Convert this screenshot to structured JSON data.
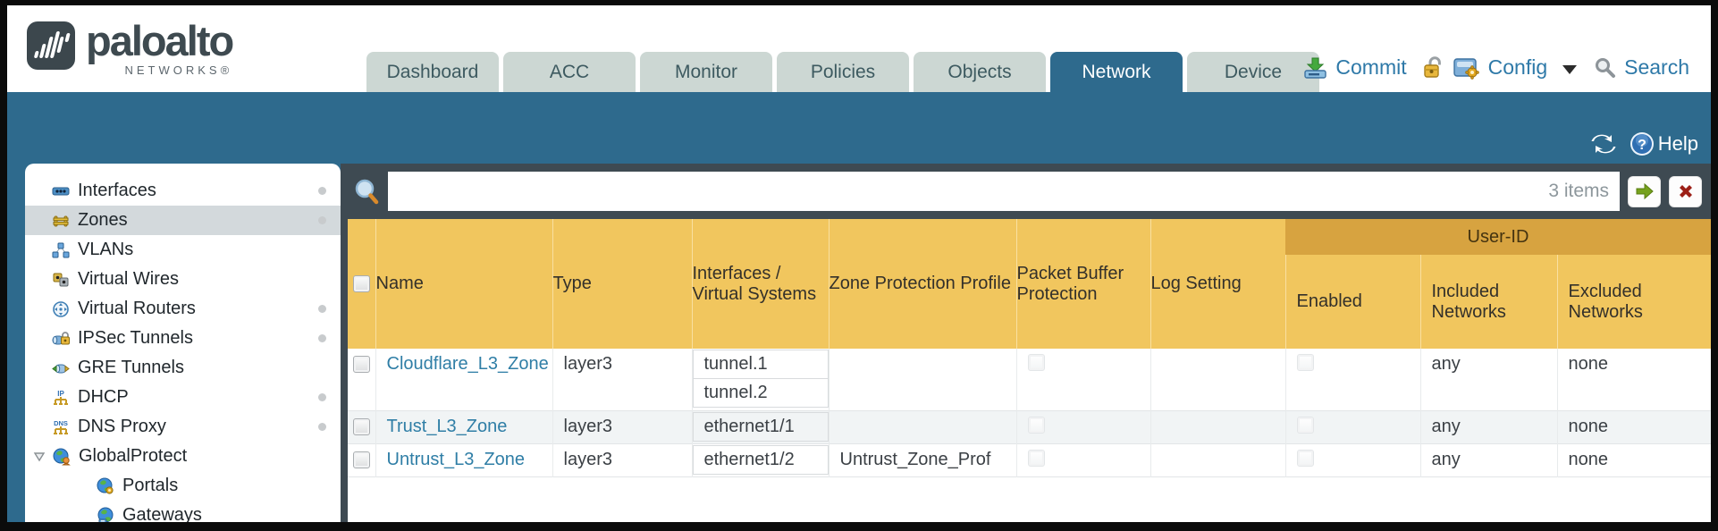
{
  "brand": {
    "name": "paloalto",
    "sub": "NETWORKS®"
  },
  "tabs": [
    {
      "label": "Dashboard",
      "active": false
    },
    {
      "label": "ACC",
      "active": false
    },
    {
      "label": "Monitor",
      "active": false
    },
    {
      "label": "Policies",
      "active": false
    },
    {
      "label": "Objects",
      "active": false
    },
    {
      "label": "Network",
      "active": true
    },
    {
      "label": "Device",
      "active": false
    }
  ],
  "header_actions": {
    "commit": "Commit",
    "config": "Config",
    "search": "Search"
  },
  "band": {
    "help": "Help"
  },
  "sidebar": {
    "items": [
      {
        "label": "Interfaces",
        "dot": true,
        "selected": false
      },
      {
        "label": "Zones",
        "dot": true,
        "selected": true
      },
      {
        "label": "VLANs",
        "dot": false,
        "selected": false
      },
      {
        "label": "Virtual Wires",
        "dot": false,
        "selected": false
      },
      {
        "label": "Virtual Routers",
        "dot": true,
        "selected": false
      },
      {
        "label": "IPSec Tunnels",
        "dot": true,
        "selected": false
      },
      {
        "label": "GRE Tunnels",
        "dot": false,
        "selected": false
      },
      {
        "label": "DHCP",
        "dot": true,
        "selected": false
      },
      {
        "label": "DNS Proxy",
        "dot": true,
        "selected": false
      },
      {
        "label": "GlobalProtect",
        "dot": false,
        "selected": false,
        "expanded": true
      },
      {
        "label": "Portals",
        "dot": false,
        "selected": false,
        "child": true
      },
      {
        "label": "Gateways",
        "dot": false,
        "selected": false,
        "child": true
      }
    ]
  },
  "filter": {
    "query": "",
    "count": "3 items"
  },
  "table": {
    "group_header": "User-ID",
    "columns": {
      "name": "Name",
      "type": "Type",
      "interfaces": "Interfaces / Virtual Systems",
      "zpp": "Zone Protection Profile",
      "pbp": "Packet Buffer Protection",
      "log": "Log Setting",
      "enabled": "Enabled",
      "included": "Included Networks",
      "excluded": "Excluded Networks"
    },
    "rows": [
      {
        "name": "Cloudflare_L3_Zone",
        "type": "layer3",
        "interfaces": [
          "tunnel.1",
          "tunnel.2"
        ],
        "zone_protection_profile": "",
        "packet_buffer_protection": false,
        "log_setting": "",
        "user_id_enabled": false,
        "included_networks": "any",
        "excluded_networks": "none"
      },
      {
        "name": "Trust_L3_Zone",
        "type": "layer3",
        "interfaces": [
          "ethernet1/1"
        ],
        "zone_protection_profile": "",
        "packet_buffer_protection": false,
        "log_setting": "",
        "user_id_enabled": false,
        "included_networks": "any",
        "excluded_networks": "none"
      },
      {
        "name": "Untrust_L3_Zone",
        "type": "layer3",
        "interfaces": [
          "ethernet1/2"
        ],
        "zone_protection_profile": "Untrust_Zone_Prof",
        "packet_buffer_protection": false,
        "log_setting": "",
        "user_id_enabled": false,
        "included_networks": "any",
        "excluded_networks": "none"
      }
    ]
  },
  "colors": {
    "band_teal": "#2e6a8d",
    "slate": "#3e4a52",
    "header_orange": "#f1c65e",
    "group_orange": "#d7a340",
    "link_blue": "#2f7ea6",
    "tab_inactive": "#ccd7d3",
    "action_blue": "#2e79a8"
  }
}
